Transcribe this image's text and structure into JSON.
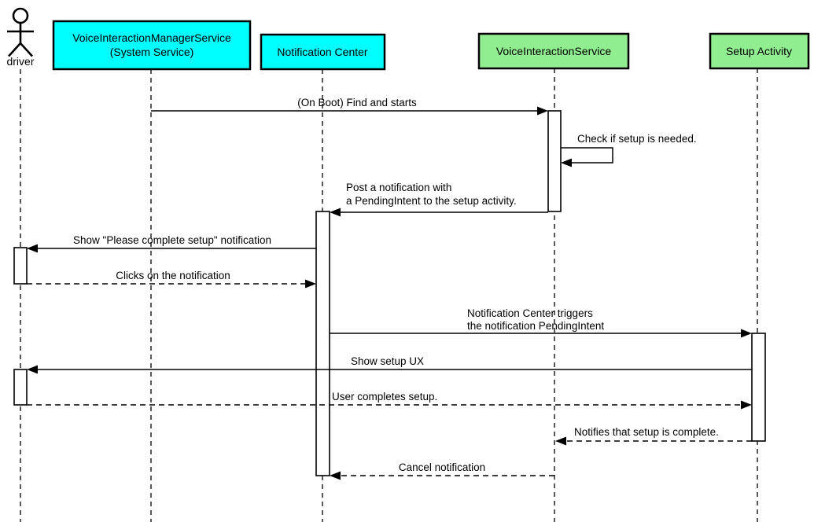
{
  "diagram_type": "uml-sequence-diagram",
  "colors": {
    "system_participant_fill": "#00ffff",
    "activity_participant_fill": "#90ee90",
    "line_color": "#000000",
    "background": "#ffffff"
  },
  "actor": {
    "label": "driver"
  },
  "participants": {
    "vims": {
      "line1": "VoiceInteractionManagerService",
      "line2": "(System Service)",
      "fill": "#00ffff"
    },
    "nc": {
      "label": "Notification Center",
      "fill": "#00ffff"
    },
    "vis": {
      "label": "VoiceInteractionService",
      "fill": "#90ee90"
    },
    "sa": {
      "label": "Setup Activity",
      "fill": "#90ee90"
    }
  },
  "messages": {
    "boot": {
      "from": "vims",
      "to": "vis",
      "style": "solid",
      "label": "(On Boot) Find and starts"
    },
    "check": {
      "from": "vis",
      "to": "vis",
      "style": "solid-self",
      "label": "Check if setup is needed."
    },
    "post": {
      "from": "vis",
      "to": "nc",
      "style": "solid",
      "line1": "Post a notification with",
      "line2": "a PendingIntent to the setup activity."
    },
    "shownotif": {
      "from": "nc",
      "to": "driver",
      "style": "solid",
      "label": "Show \"Please complete setup\" notification"
    },
    "clicks": {
      "from": "driver",
      "to": "nc",
      "style": "dashed",
      "label": "Clicks on the notification"
    },
    "triggers": {
      "from": "nc",
      "to": "sa",
      "style": "solid",
      "line1": "Notification Center triggers",
      "line2": "the notification PendingIntent"
    },
    "showux": {
      "from": "sa",
      "to": "driver",
      "style": "solid",
      "label": "Show setup UX"
    },
    "completes": {
      "from": "driver",
      "to": "sa",
      "style": "dashed",
      "label": "User completes setup."
    },
    "notifies": {
      "from": "sa",
      "to": "vis",
      "style": "dashed",
      "label": "Notifies that setup is complete."
    },
    "cancel": {
      "from": "vis",
      "to": "nc",
      "style": "dashed",
      "label": "Cancel notification"
    }
  }
}
